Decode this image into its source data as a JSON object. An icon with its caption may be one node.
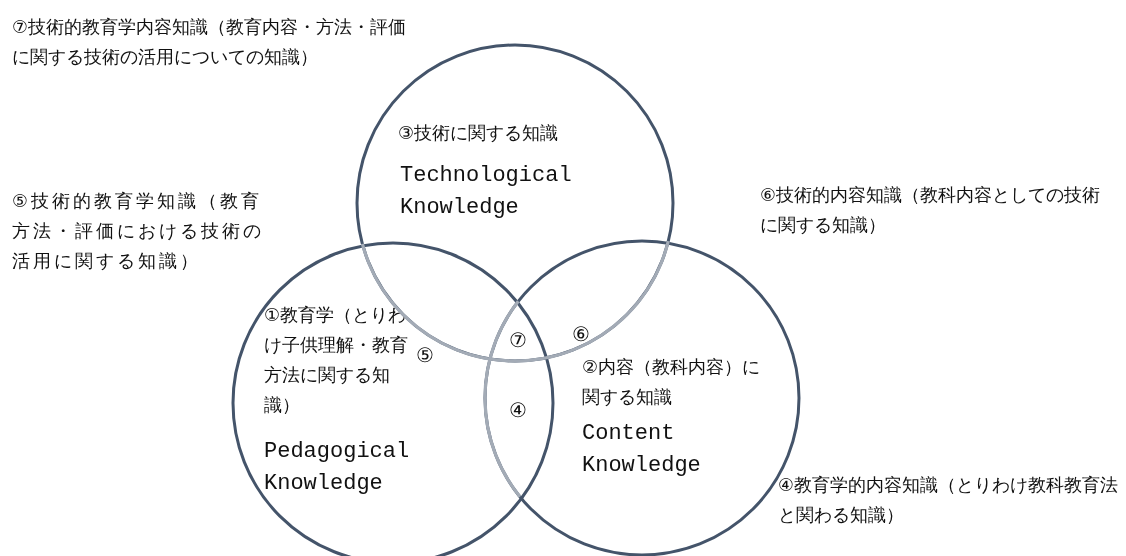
{
  "diagram": {
    "nodes": [
      {
        "text": [
          "③技術に関する知識",
          "Technological Knowledge"
        ]
      },
      {
        "text": [
          "①教育学（とりわけ子供理解・教育方法に関する知識）",
          "Pedagogical Knowledge"
        ]
      },
      {
        "text": [
          "②内容（教科内容）に関する知識",
          "Content Knowledge"
        ]
      }
    ],
    "labels": [
      "⑦技術的教育学内容知識（教育内容・方法・評価に関する技術の活用についての知識）",
      "⑤技術的教育学知識（教育方法・評価における技術の活用に関する知識）",
      "⑥技術的内容知識（教科内容としての技術に関する知識）",
      "⑤",
      "⑥",
      "⑦",
      "④",
      "④教育学的内容知識（とりわけ教科教育法と関わる知識）"
    ]
  }
}
